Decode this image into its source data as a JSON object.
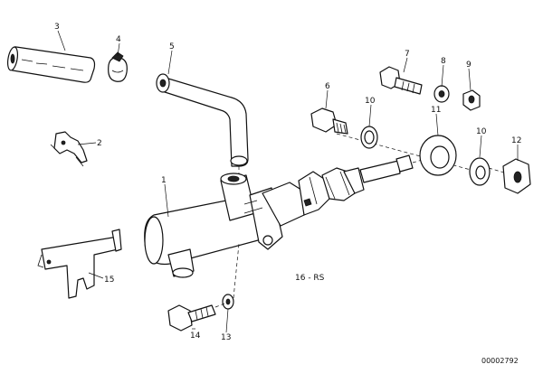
{
  "callouts": {
    "p1": "1",
    "p2": "2",
    "p3": "3",
    "p4": "4",
    "p5": "5",
    "p6": "6",
    "p7": "7",
    "p8": "8",
    "p9": "9",
    "p10a": "10",
    "p10b": "10",
    "p11": "11",
    "p12": "12",
    "p13": "13",
    "p14": "14",
    "p15": "15"
  },
  "variant_label": "16 - RS",
  "diagram_id": "00002792"
}
